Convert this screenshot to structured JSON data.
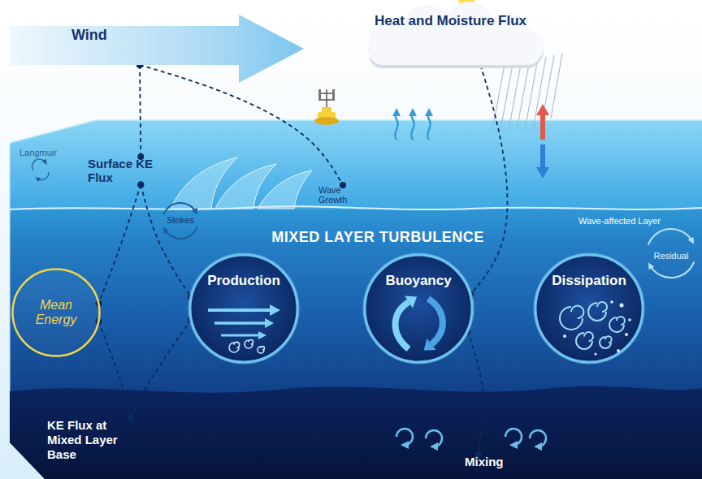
{
  "diagram": {
    "nodes": [
      {
        "text": [
          "Wind"
        ]
      },
      {
        "text": [
          "Heat and Moisture Flux"
        ]
      },
      {
        "text": [
          "Surface KE Flux"
        ]
      },
      {
        "text": [
          "Wave Growth"
        ]
      },
      {
        "text": [
          "Mean Energy"
        ]
      },
      {
        "text": [
          "Production"
        ]
      },
      {
        "text": [
          "Buoyancy"
        ]
      },
      {
        "text": [
          "Dissipation"
        ]
      },
      {
        "text": [
          "KE Flux at Mixed Layer Base"
        ]
      },
      {
        "text": [
          "Mixing"
        ]
      }
    ],
    "edges": [
      {
        "from": 0,
        "to": 2,
        "arrow": "none"
      },
      {
        "from": 0,
        "to": 3,
        "arrow": "none"
      },
      {
        "from": 2,
        "to": 4,
        "arrow": "none"
      },
      {
        "from": 2,
        "to": 5,
        "arrow": "none"
      },
      {
        "from": 4,
        "to": 8,
        "arrow": "none"
      },
      {
        "from": 5,
        "to": 8,
        "arrow": "none"
      },
      {
        "from": 1,
        "to": 6,
        "arrow": "none"
      },
      {
        "from": 6,
        "to": 9,
        "arrow": "none"
      }
    ],
    "labels": [
      "Langmuir",
      "Stokes",
      "Wave-affected Layer",
      "Residual",
      "MIXED LAYER TURBULENCE"
    ]
  }
}
